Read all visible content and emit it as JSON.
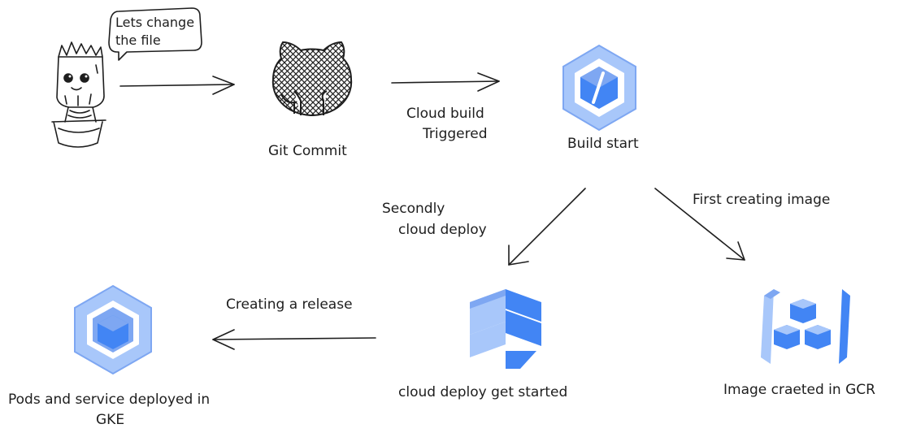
{
  "speech_bubble": {
    "line1": "Lets change",
    "line2": "the file"
  },
  "nodes": {
    "git_commit": {
      "label": "Git Commit"
    },
    "build_start": {
      "label": "Build start"
    },
    "cloud_deploy": {
      "label": "cloud deploy get started"
    },
    "gcr": {
      "label": "Image craeted in GCR"
    },
    "gke": {
      "line1": "Pods and service deployed in",
      "line2": "GKE"
    }
  },
  "edges": {
    "commit_to_build": {
      "line1": "Cloud build",
      "line2": "Triggered"
    },
    "build_to_gcr": {
      "label": "First creating image"
    },
    "build_to_deploy": {
      "line1": "Secondly",
      "line2": "cloud deploy"
    },
    "deploy_to_gke": {
      "label": "Creating a release"
    }
  },
  "icons": {
    "user": "groot-character-icon",
    "git": "github-octocat-icon",
    "build": "cloud-build-icon",
    "deploy": "cloud-deploy-icon",
    "registry": "container-registry-icon",
    "kubernetes": "gke-icon"
  },
  "colors": {
    "icon_light": "#a8c7fa",
    "icon_mid": "#7ea7f2",
    "icon_dark": "#4285f4",
    "ink": "#1e1e1e"
  }
}
